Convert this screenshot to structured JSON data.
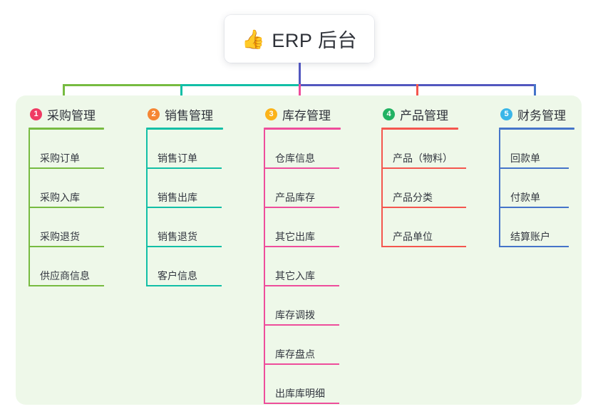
{
  "diagram": {
    "type": "mindmap",
    "root": {
      "icon": "thumbs-up-icon",
      "emoji": "👍",
      "title": "ERP 后台"
    },
    "connector_colors": {
      "segment_left": "#77bb41",
      "segment_mid": "#12bfa6",
      "segment_right": "#5257bf"
    },
    "branches": [
      {
        "number": "1",
        "title": "采购管理",
        "color": "#77bb41",
        "badge_color": "#ef3b63",
        "items": [
          "采购订单",
          "采购入库",
          "采购退货",
          "供应商信息"
        ]
      },
      {
        "number": "2",
        "title": "销售管理",
        "color": "#12bfa6",
        "badge_color": "#f58634",
        "items": [
          "销售订单",
          "销售出库",
          "销售退货",
          "客户信息"
        ]
      },
      {
        "number": "3",
        "title": "库存管理",
        "color": "#ee4d9b",
        "badge_color": "#fbb319",
        "items": [
          "仓库信息",
          "产品库存",
          "其它出库",
          "其它入库",
          "库存调拨",
          "库存盘点",
          "出库库明细"
        ]
      },
      {
        "number": "4",
        "title": "产品管理",
        "color": "#f4564e",
        "badge_color": "#22b263",
        "items": [
          "产品（物料）",
          "产品分类",
          "产品单位"
        ]
      },
      {
        "number": "5",
        "title": "财务管理",
        "color": "#4574c9",
        "badge_color": "#3ab6e8",
        "items": [
          "回款单",
          "付款单",
          "结算账户"
        ]
      }
    ]
  }
}
